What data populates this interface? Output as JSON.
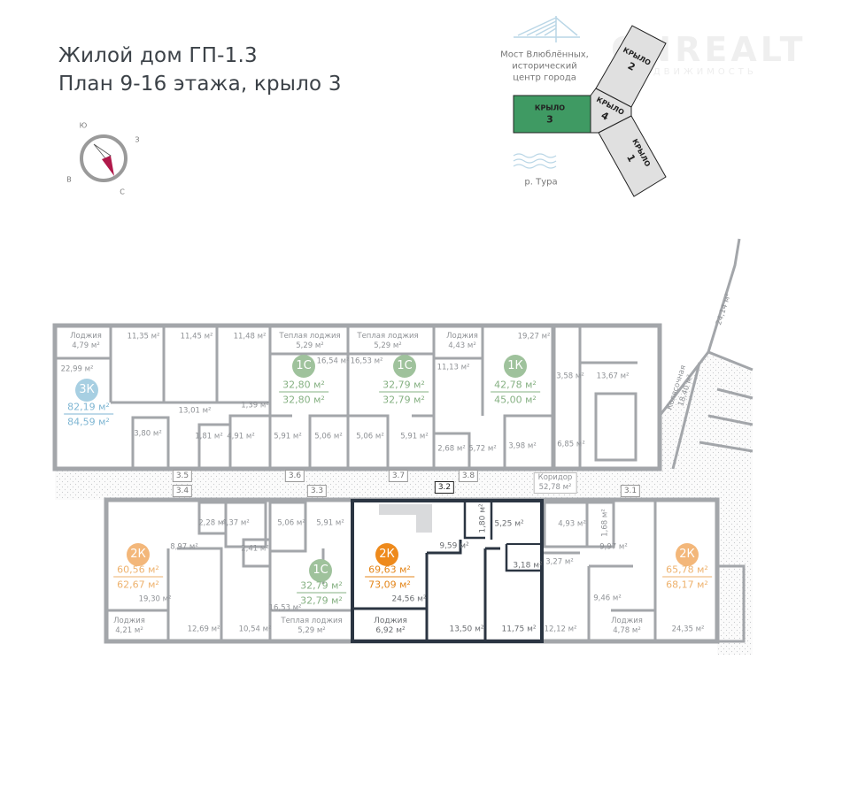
{
  "header": {
    "title_line1": "Жилой дом ГП-1.3",
    "title_line2": "План 9-16 этажа, крыло 3"
  },
  "compass": {
    "south": "Ю",
    "west": "З",
    "east": "В",
    "north": "С"
  },
  "location_map": {
    "landmark": "Мост Влюблённых,\nисторический\nцентр города",
    "river": "р. Тура",
    "wing_word": "КРЫЛО",
    "wings": [
      "1",
      "2",
      "3",
      "4"
    ],
    "selected_wing": "3",
    "selected_color": "#3f9a63"
  },
  "watermark": {
    "brand": "ONREALT",
    "sub": "НЕДВИЖИМОСТЬ"
  },
  "corridor": {
    "label": "Коридор",
    "area": "52,78 м²",
    "entrances": [
      "3.1",
      "3.2",
      "3.3",
      "3.4",
      "3.5",
      "3.6",
      "3.7",
      "3.8"
    ],
    "selected_entrance": "3.2"
  },
  "core": {
    "rooms": [
      "3,58 м²",
      "13,67 м²",
      "6,85 м²",
      "24,14 м²"
    ],
    "stroller_room": "Колясочная\n18,40 м²"
  },
  "apartments": [
    {
      "type": "3К",
      "living": "82,19 м²",
      "total": "84,59 м²",
      "loggia": "Лоджия\n4,79 м²",
      "rooms": [
        "22,99 м²",
        "11,35 м²",
        "11,45 м²",
        "11,48 м²",
        "13,01 м²",
        "1,39 м²",
        "3,80 м²",
        "1,81 м²",
        "4,91 м²"
      ]
    },
    {
      "type": "1С",
      "living": "32,80 м²",
      "total": "32,80 м²",
      "loggia": "Теплая лоджия\n5,29 м²",
      "rooms": [
        "16,54 м²",
        "5,91 м²",
        "5,06 м²"
      ]
    },
    {
      "type": "1С",
      "living": "32,79 м²",
      "total": "32,79 м²",
      "loggia": "Теплая лоджия\n5,29 м²",
      "rooms": [
        "16,53 м²",
        "5,06 м²",
        "5,91 м²"
      ]
    },
    {
      "type": "1К",
      "living": "42,78 м²",
      "total": "45,00 м²",
      "loggia": "Лоджия\n4,43 м²",
      "rooms": [
        "19,27 м²",
        "11,13 м²",
        "2,68 м²",
        "5,72 м²",
        "3,98 м²"
      ]
    },
    {
      "type": "2К",
      "living": "60,56 м²",
      "total": "62,67 м²",
      "loggia": "Лоджия\n4,21 м²",
      "rooms": [
        "8,97 м²",
        "2,28 м²",
        "4,37 м²",
        "2,41 м²",
        "19,30 м²",
        "12,69 м²",
        "10,54 м²"
      ]
    },
    {
      "type": "1С",
      "living": "32,79 м²",
      "total": "32,79 м²",
      "loggia": "Теплая лоджия\n5,29 м²",
      "rooms": [
        "5,06 м²",
        "5,91 м²",
        "16,53 м²"
      ]
    },
    {
      "type": "2К",
      "living": "69,63 м²",
      "total": "73,09 м²",
      "loggia": "Лоджия\n6,92 м²",
      "selected": true,
      "rooms": [
        "24,56 м²",
        "9,59 м²",
        "1,80 м²",
        "5,25 м²",
        "3,18 м²",
        "13,50 м²",
        "11,75 м²"
      ]
    },
    {
      "type": "2К",
      "living": "65,78 м²",
      "total": "68,17 м²",
      "loggia": "Лоджия\n4,78 м²",
      "rooms": [
        "4,93 м²",
        "1,68 м²",
        "9,97 м²",
        "3,27 м²",
        "9,46 м²",
        "12,12 м²",
        "24,35 м²"
      ]
    }
  ]
}
